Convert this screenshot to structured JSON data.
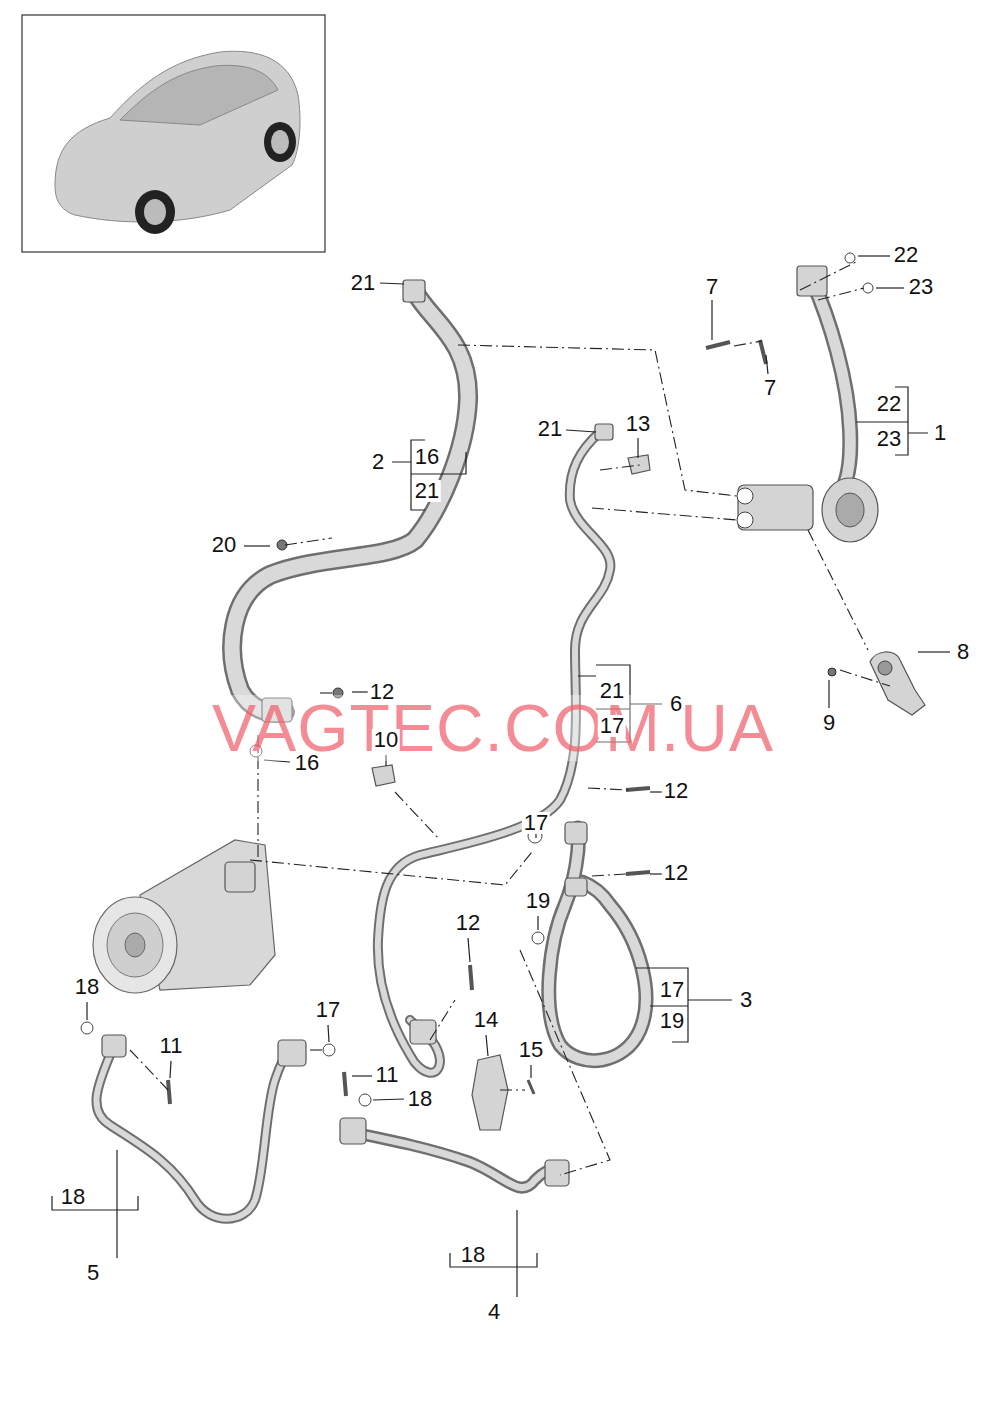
{
  "diagram": {
    "labels": [
      "21",
      "22",
      "7",
      "23",
      "7",
      "22",
      "23",
      "1",
      "21",
      "13",
      "2",
      "16",
      "21",
      "20",
      "8",
      "21",
      "6",
      "17",
      "12",
      "9",
      "10",
      "16",
      "VAGTEC.COM.UA",
      "12",
      "17",
      "12",
      "19",
      "12",
      "17",
      "3",
      "19",
      "18",
      "11",
      "17",
      "14",
      "15",
      "11",
      "18",
      "18",
      "5",
      "18",
      "4"
    ]
  }
}
